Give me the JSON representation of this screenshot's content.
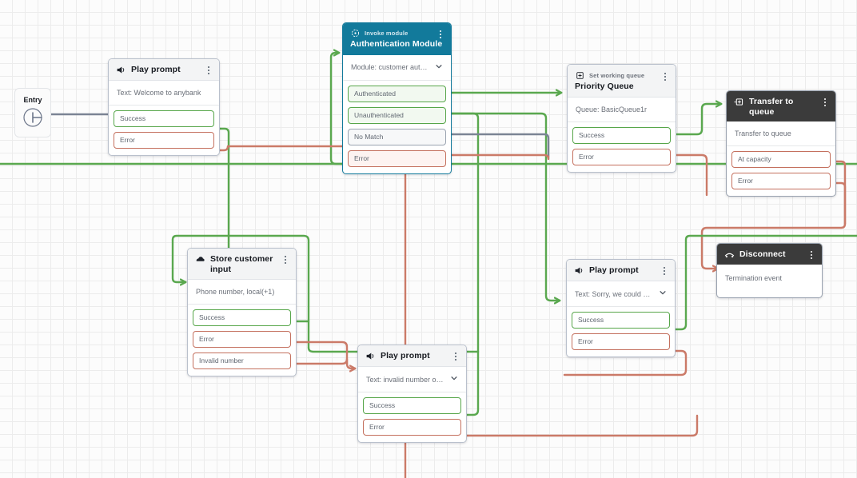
{
  "canvas": {
    "entry_label": "Entry",
    "entry_icon": "entry-circle-icon"
  },
  "nodes": [
    {
      "id": "play-welcome",
      "title": "Play prompt",
      "subtitle": "",
      "icon": "speaker-icon",
      "body": "Text: Welcome to anybank",
      "has_dropdown": false,
      "style": "light",
      "ports": [
        {
          "label": "Success",
          "kind": "ok"
        },
        {
          "label": "Error",
          "kind": "err"
        }
      ]
    },
    {
      "id": "auth-module",
      "title": "Authentication Module",
      "subtitle": "Invoke module",
      "icon": "module-invoke-icon",
      "body": "Module: customer authen...",
      "has_dropdown": true,
      "style": "teal",
      "ports": [
        {
          "label": "Authenticated",
          "kind": "ok"
        },
        {
          "label": "Unauthenticated",
          "kind": "ok"
        },
        {
          "label": "No Match",
          "kind": "neu"
        },
        {
          "label": "Error",
          "kind": "err"
        }
      ]
    },
    {
      "id": "priority-queue",
      "title": "Priority Queue",
      "subtitle": "Set working queue",
      "icon": "set-queue-icon",
      "body": "Queue: BasicQueue1r",
      "has_dropdown": false,
      "style": "light-sub",
      "ports": [
        {
          "label": "Success",
          "kind": "ok"
        },
        {
          "label": "Error",
          "kind": "err"
        }
      ]
    },
    {
      "id": "transfer-queue",
      "title": "Transfer to queue",
      "subtitle": "",
      "icon": "transfer-queue-icon",
      "body": "Transfer to queue",
      "has_dropdown": false,
      "style": "dark",
      "ports": [
        {
          "label": "At capacity",
          "kind": "err"
        },
        {
          "label": "Error",
          "kind": "err"
        }
      ]
    },
    {
      "id": "store-input",
      "title": "Store customer input",
      "subtitle": "",
      "icon": "keypad-input-icon",
      "body": "Phone number, local(+1)",
      "has_dropdown": false,
      "style": "light",
      "ports": [
        {
          "label": "Success",
          "kind": "ok"
        },
        {
          "label": "Error",
          "kind": "err"
        },
        {
          "label": "Invalid number",
          "kind": "err"
        }
      ]
    },
    {
      "id": "play-invalid",
      "title": "Play prompt",
      "subtitle": "",
      "icon": "speaker-icon",
      "body": "Text: invalid number or s...",
      "has_dropdown": true,
      "style": "light",
      "ports": [
        {
          "label": "Success",
          "kind": "ok"
        },
        {
          "label": "Error",
          "kind": "err"
        }
      ]
    },
    {
      "id": "play-sorry",
      "title": "Play prompt",
      "subtitle": "",
      "icon": "speaker-icon",
      "body": "Text: Sorry, we could not...",
      "has_dropdown": true,
      "style": "light",
      "ports": [
        {
          "label": "Success",
          "kind": "ok"
        },
        {
          "label": "Error",
          "kind": "err"
        }
      ]
    },
    {
      "id": "disconnect",
      "title": "Disconnect",
      "subtitle": "",
      "icon": "phone-hangup-icon",
      "body": "Termination event",
      "has_dropdown": false,
      "style": "dark",
      "ports": []
    }
  ],
  "colors": {
    "success_wire": "#5aa84f",
    "error_wire": "#cb7a68",
    "neutral_wire": "#7b8494",
    "teal_header": "#127a9b",
    "dark_header": "#3b3b3b",
    "grid_line": "#ececec"
  }
}
